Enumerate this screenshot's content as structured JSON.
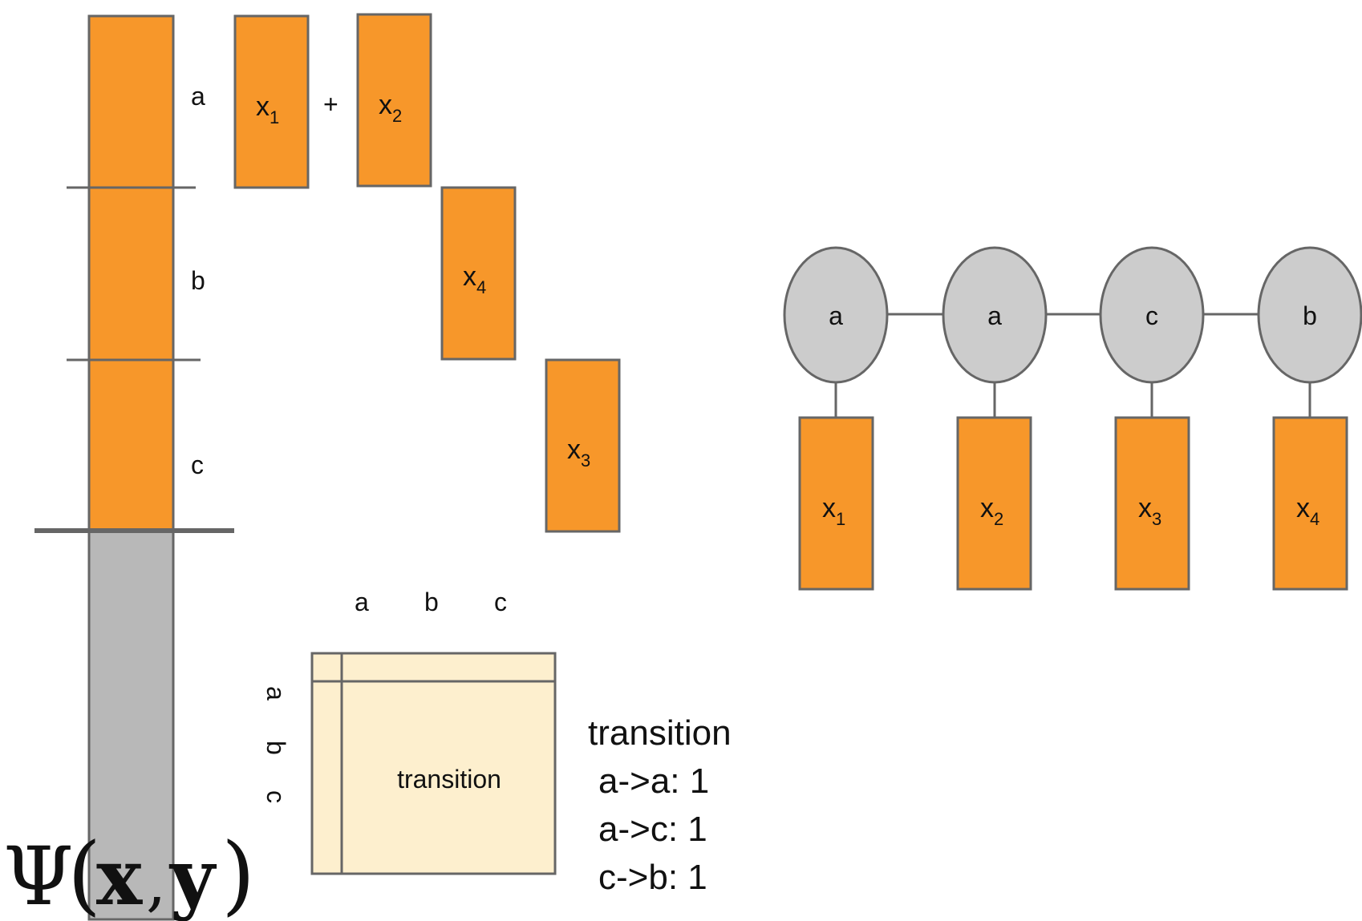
{
  "colors": {
    "orange": "#F7972A",
    "gray_fill": "#B8B8B8",
    "node_fill": "#CCCCCC",
    "cream": "#FDEFCE",
    "stroke": "#666666"
  },
  "feature_vector": {
    "segments": [
      "a",
      "b",
      "c"
    ]
  },
  "emissions": [
    {
      "base": "x",
      "sub": "1"
    },
    {
      "op": "+"
    },
    {
      "base": "x",
      "sub": "2"
    },
    {
      "base": "x",
      "sub": "4"
    },
    {
      "base": "x",
      "sub": "3"
    }
  ],
  "plus_sign": "+",
  "matrix": {
    "col_labels": [
      "a",
      "b",
      "c"
    ],
    "row_labels": [
      "a",
      "b",
      "c"
    ],
    "center_label": "transition"
  },
  "transition_note": {
    "title": "transition",
    "lines": [
      "a->a: 1",
      "a->c: 1",
      "c->b: 1"
    ]
  },
  "chain": {
    "states": [
      "a",
      "a",
      "c",
      "b"
    ],
    "observations": [
      {
        "base": "x",
        "sub": "1"
      },
      {
        "base": "x",
        "sub": "2"
      },
      {
        "base": "x",
        "sub": "3"
      },
      {
        "base": "x",
        "sub": "4"
      }
    ]
  },
  "formula": {
    "psi": "Ψ",
    "open_paren": "(",
    "x": "x",
    "comma": ",",
    "y": "y",
    "close_paren": ")"
  }
}
